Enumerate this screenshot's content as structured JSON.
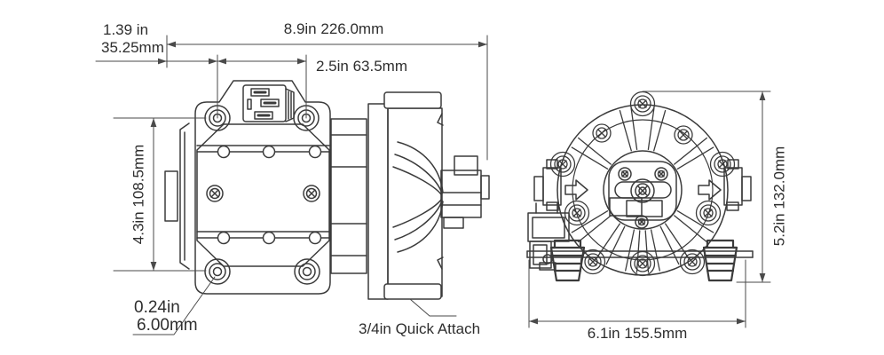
{
  "colors": {
    "background": "#ffffff",
    "part_line": "#3b3b3b",
    "dimension_line": "#4a4a4a",
    "text": "#2e2e2e"
  },
  "side_view": {
    "dimensions": {
      "offset_in": "1.39 in",
      "offset_mm": "35.25mm",
      "overall_length": "8.9in 226.0mm",
      "mount_hole_spacing": "2.5in 63.5mm",
      "overall_height": "4.3in 108.5mm",
      "mount_hole_dia_in": "0.24in",
      "mount_hole_dia_mm": "6.00mm",
      "port_label": "3/4in Quick Attach"
    }
  },
  "front_view": {
    "dimensions": {
      "overall_height": "5.2in 132.0mm",
      "mount_width": "6.1in 155.5mm"
    }
  }
}
